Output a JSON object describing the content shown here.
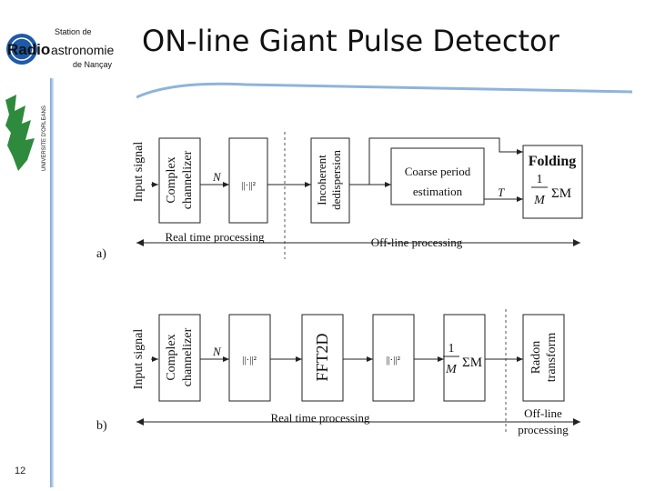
{
  "header": {
    "title": "ON-line Giant Pulse Detector",
    "logo": {
      "line1": "Station de",
      "radio": "Radio",
      "astro": "astronomie",
      "line3": "de Nançay"
    },
    "university_label": "UNIVERSITE D'ORLEANS"
  },
  "diagram_a": {
    "label": "a)",
    "input": "Input signal",
    "channelizer": [
      "Complex",
      "channelizer"
    ],
    "n": "N",
    "norm": "||·||²",
    "dedispersion": [
      "Incoherent",
      "dedispersion"
    ],
    "coarse": [
      "Coarse period",
      "estimation"
    ],
    "t": "T",
    "folding": "Folding",
    "frac_num": "1",
    "frac_den": "M",
    "sum": "ΣM",
    "realtime": "Real time processing",
    "offline": "Off-line processing"
  },
  "diagram_b": {
    "label": "b)",
    "input": "Input signal",
    "channelizer": [
      "Complex",
      "channelizer"
    ],
    "n": "N",
    "norm1": "||·||²",
    "fft": "FFT2D",
    "norm2": "||·||²",
    "frac_num": "1",
    "frac_den": "M",
    "sum": "ΣM",
    "radon": [
      "Radon",
      "transform"
    ],
    "realtime": "Real time processing",
    "offline": [
      "Off-line",
      "processing"
    ]
  },
  "footer": {
    "page": "12"
  },
  "colors": {
    "accent": "#2c6db5",
    "rule": "#8fb3dc"
  }
}
